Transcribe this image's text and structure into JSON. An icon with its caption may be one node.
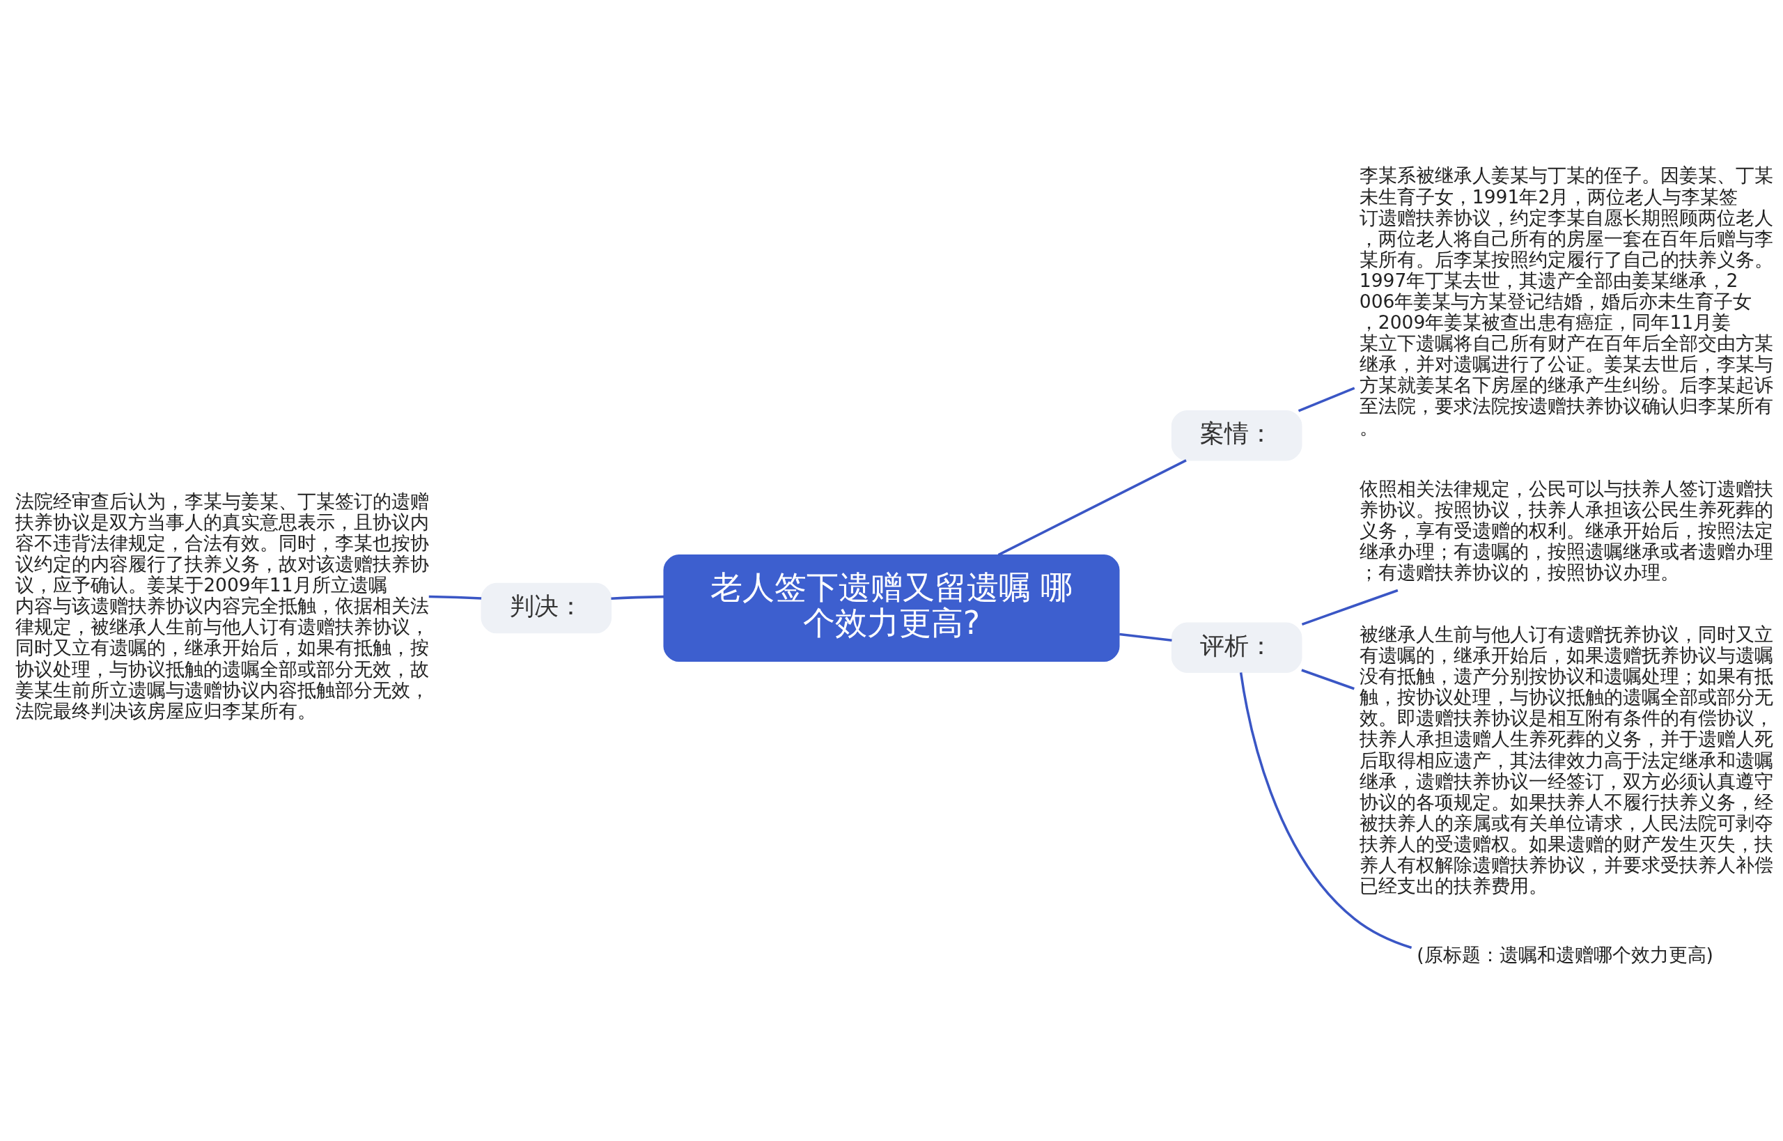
{
  "diagram": {
    "nodes": [
      {
        "text": [
          "老人签下遗赠又留遗嘱 哪个效力更高?"
        ]
      },
      {
        "text": [
          "案情："
        ]
      },
      {
        "text": [
          "李某系被继承人姜某与丁某的侄子。因姜某、丁某未生育子女，1991年2月，两位老人与李某签订遗赠扶养协议，约定李某自愿长期照顾两位老人，两位老人将自己所有的房屋一套在百年后赠与李某所有。后李某按照约定履行了自己的扶养义务。1997年丁某去世，其遗产全部由姜某继承，2006年姜某与方某登记结婚，婚后亦未生育子女，2009年姜某被查出患有癌症，同年11月姜某立下遗嘱将自己所有财产在百年后全部交由方某继承，并对遗嘱进行了公证。姜某去世后，李某与方某就姜某名下房屋的继承产生纠纷。后李某起诉至法院，要求法院按遗赠扶养协议确认归李某所有。"
        ]
      },
      {
        "text": [
          "判决："
        ]
      },
      {
        "text": [
          "法院经审查后认为，李某与姜某、丁某签订的遗赠扶养协议是双方当事人的真实意思表示，且协议内容不违背法律规定，合法有效。同时，李某也按协议约定的内容履行了扶养义务，故对该遗赠扶养协议，应予确认。姜某于2009年11月所立遗嘱内容与该遗赠扶养协议内容完全抵触，依据相关法律规定，被继承人生前与他人订有遗赠扶养协议，同时又立有遗嘱的，继承开始后，如果有抵触，按协议处理，与协议抵触的遗嘱全部或部分无效，故姜某生前所立遗嘱与遗赠协议内容抵触部分无效，法院最终判决该房屋应归李某所有。"
        ]
      },
      {
        "text": [
          "评析："
        ]
      },
      {
        "text": [
          "依照相关法律规定，公民可以与扶养人签订遗赠扶养协议。按照协议，扶养人承担该公民生养死葬的义务，享有受遗赠的权利。继承开始后，按照法定继承办理；有遗嘱的，按照遗嘱继承或者遗赠办理；有遗赠扶养协议的，按照协议办理。"
        ]
      },
      {
        "text": [
          "被继承人生前与他人订有遗赠抚养协议，同时又立有遗嘱的，继承开始后，如果遗赠抚养协议与遗嘱没有抵触，遗产分别按协议和遗嘱处理；如果有抵触，按协议处理，与协议抵触的遗嘱全部或部分无效。即遗赠扶养协议是相互附有条件的有偿协议，扶养人承担遗赠人生养死葬的义务，并于遗赠人死后取得相应遗产，其法律效力高于法定继承和遗嘱继承，遗赠扶养协议一经签订，双方必须认真遵守协议的各项规定。如果扶养人不履行扶养义务，经被扶养人的亲属或有关单位请求，人民法院可剥夺扶养人的受遗赠权。如果遗赠的财产发生灭失，扶养人有权解除遗赠扶养协议，并要求受扶养人补偿已经支出的扶养费用。"
        ]
      },
      {
        "text": [
          "(原标题：遗嘱和遗赠哪个效力更高)"
        ]
      }
    ],
    "edges": [
      {
        "from": 0,
        "to": 1,
        "arrow": "none"
      },
      {
        "from": 1,
        "to": 2,
        "arrow": "none"
      },
      {
        "from": 0,
        "to": 3,
        "arrow": "none"
      },
      {
        "from": 3,
        "to": 4,
        "arrow": "none"
      },
      {
        "from": 0,
        "to": 5,
        "arrow": "none"
      },
      {
        "from": 5,
        "to": 6,
        "arrow": "none"
      },
      {
        "from": 5,
        "to": 7,
        "arrow": "none"
      },
      {
        "from": 5,
        "to": 8,
        "arrow": "none"
      }
    ]
  }
}
